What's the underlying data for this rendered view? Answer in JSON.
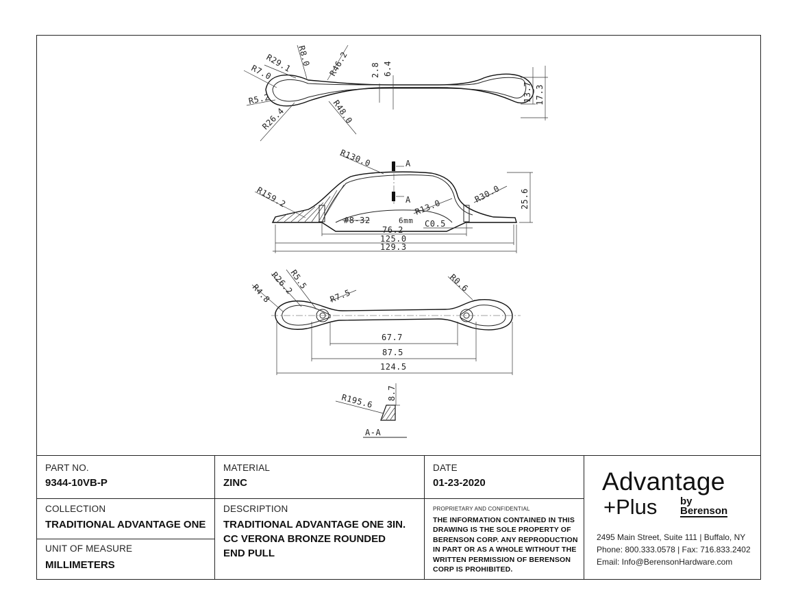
{
  "drawing": {
    "top_view": {
      "dims": [
        "R29.1",
        "R8.0",
        "R46.2",
        "R7.0",
        "R5.2",
        "R26.4",
        "R48.0",
        "2.8",
        "6.4",
        "13.7",
        "17.3"
      ]
    },
    "side_view": {
      "dims": [
        "R130.0",
        "R159.2",
        "R13.0",
        "R30.0",
        "25.6",
        "C0.5",
        "76.2",
        "125.0",
        "129.3"
      ],
      "section_mark": "A",
      "thread_note": "#8-32",
      "depth_note": "6mm"
    },
    "bottom_view": {
      "dims": [
        "R4.8",
        "R26.2",
        "R5.5",
        "R7.5",
        "R0.6",
        "67.7",
        "87.5",
        "124.5"
      ]
    },
    "section": {
      "dims": [
        "R195.6",
        "8.7"
      ],
      "label": "A-A"
    }
  },
  "title_block": {
    "part_no": {
      "label": "PART NO.",
      "value": "9344-10VB-P"
    },
    "material": {
      "label": "MATERIAL",
      "value": "ZINC"
    },
    "date": {
      "label": "DATE",
      "value": "01-23-2020"
    },
    "collection": {
      "label": "COLLECTION",
      "value": "TRADITIONAL ADVANTAGE ONE"
    },
    "description": {
      "label": "DESCRIPTION",
      "value_lines": [
        "TRADITIONAL ADVANTAGE ONE 3IN.",
        "CC VERONA BRONZE ROUNDED",
        "END PULL"
      ]
    },
    "unit": {
      "label": "UNIT OF MEASURE",
      "value": "MILLIMETERS"
    },
    "proprietary": {
      "title": "PROPRIETARY AND CONFIDENTIAL",
      "lines": [
        "THE INFORMATION CONTAINED IN THIS",
        "DRAWING IS THE SOLE PROPERTY OF",
        "BERENSON CORP. ANY REPRODUCTION",
        "IN PART OR AS A WHOLE WITHOUT THE",
        "WRITTEN PERMISSION OF BERENSON",
        "CORP IS PROHIBITED."
      ]
    },
    "logo": {
      "line1": "Advantage",
      "line2": "+Plus",
      "by": "by",
      "brand": "Berenson"
    },
    "address": "2495 Main Street, Suite 111 | Buffalo, NY",
    "phone": "Phone: 800.333.0578 | Fax: 716.833.2402",
    "email": "Email: Info@BerensonHardware.com"
  }
}
